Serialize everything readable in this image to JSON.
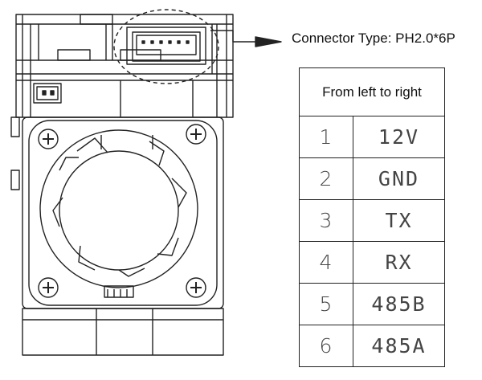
{
  "callout": {
    "text": "Connector Type: PH2.0*6P"
  },
  "pin_table": {
    "header": "From left to right",
    "rows": [
      {
        "pin": "1",
        "signal": "12V"
      },
      {
        "pin": "2",
        "signal": "GND"
      },
      {
        "pin": "3",
        "signal": "TX"
      },
      {
        "pin": "4",
        "signal": "RX"
      },
      {
        "pin": "5",
        "signal": "485B"
      },
      {
        "pin": "6",
        "signal": "485A"
      }
    ]
  },
  "colors": {
    "line": "#222222",
    "background": "#ffffff"
  }
}
